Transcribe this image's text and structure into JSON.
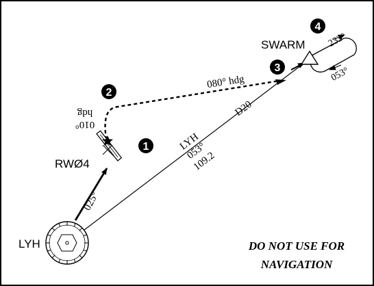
{
  "labels": {
    "runway": "RWØ4",
    "waypoint": "SWARM",
    "vortac": "LYH",
    "radial_station": "LYH",
    "radial_course": "053°",
    "radial_freq": "109.2",
    "dme": "D20",
    "hdg_080": "080° hdg",
    "hdg_010_value": "010°",
    "hdg_010_unit": "hdg",
    "course_025": "025°",
    "hold_inbound": "053°",
    "hold_outbound": "233°",
    "step_1": "1",
    "step_2": "2",
    "step_3": "3",
    "step_4": "4",
    "warning_line1": "DO NOT USE FOR",
    "warning_line2": "NAVIGATION"
  },
  "colors": {
    "ink": "#000000",
    "background": "#ffffff"
  }
}
